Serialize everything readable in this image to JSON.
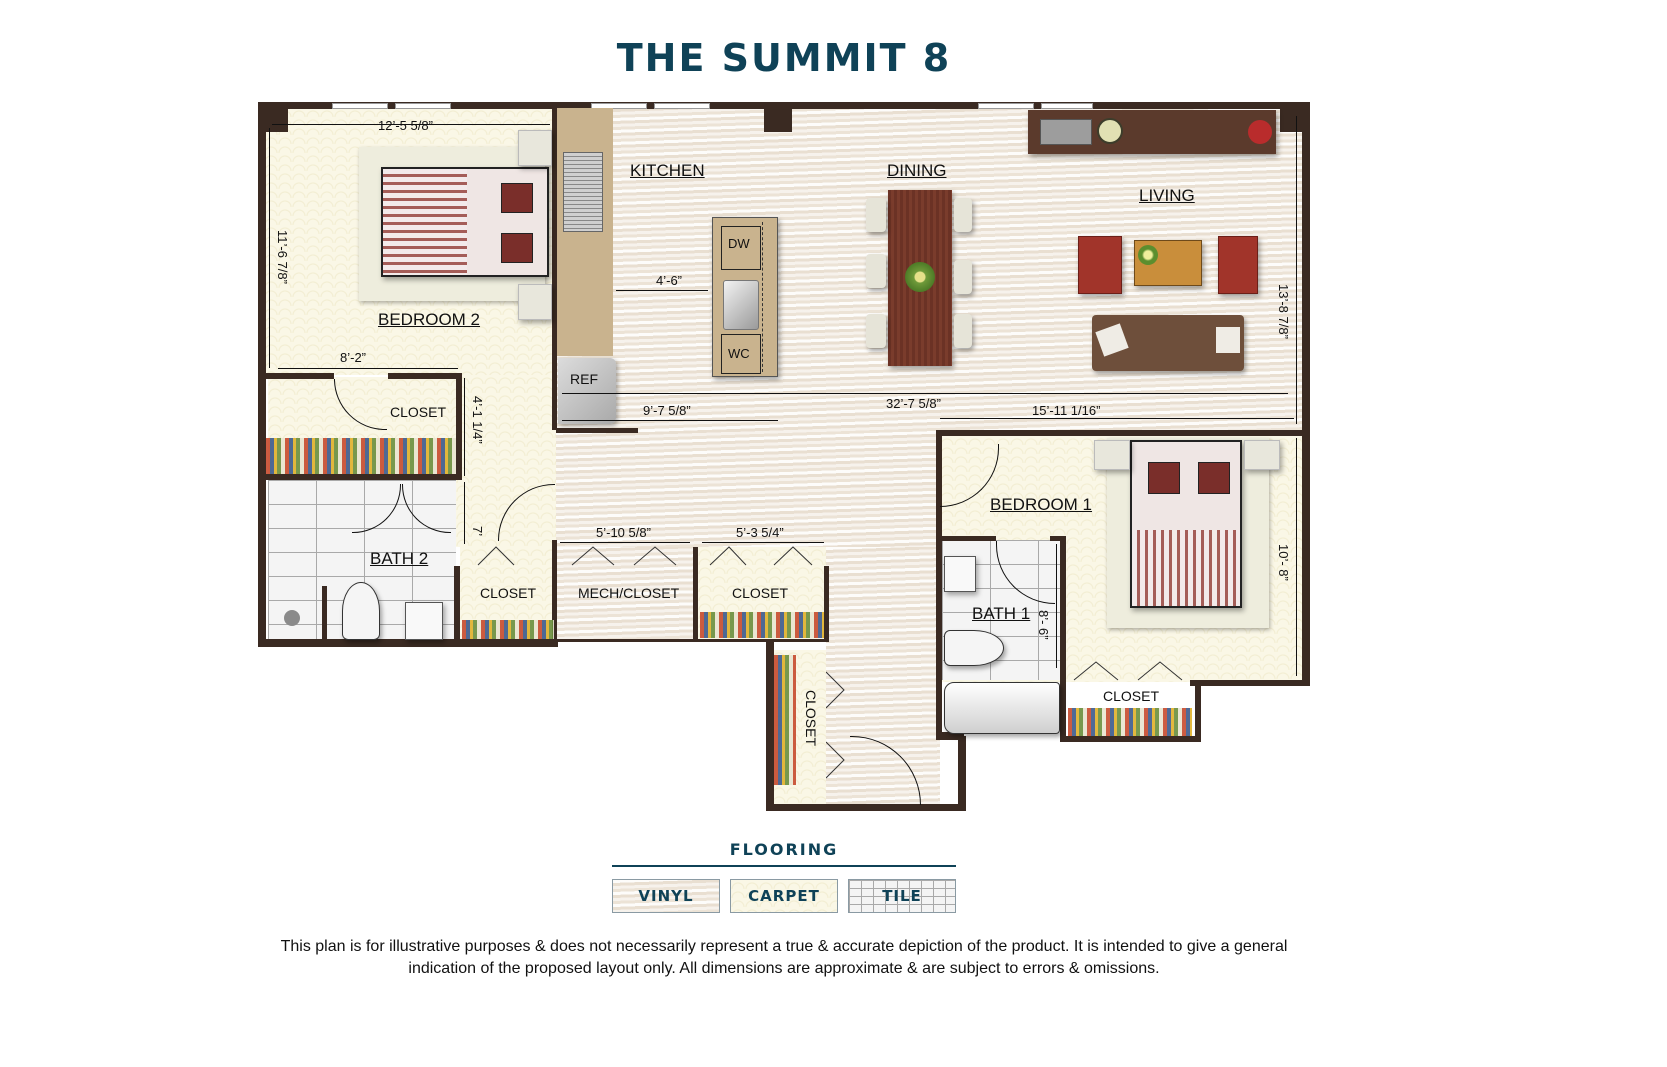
{
  "title": "THE SUMMIT 8",
  "rooms": {
    "kitchen": "KITCHEN",
    "dining": "DINING",
    "living": "LIVING",
    "bedroom2": "BEDROOM 2",
    "bedroom1": "BEDROOM 1",
    "bath2": "BATH 2",
    "bath1": "BATH 1",
    "closet_b2": "CLOSET",
    "closet_hall": "CLOSET",
    "mech_closet": "MECH/CLOSET",
    "closet_mid": "CLOSET",
    "closet_entry": "CLOSET",
    "closet_b1": "CLOSET"
  },
  "fixtures": {
    "dw": "DW",
    "wc": "WC",
    "ref": "REF"
  },
  "dimensions": {
    "b2_width": "12’-5 5/8”",
    "b2_height": "11’-6 7/8”",
    "b2_closet_width": "8’-2”",
    "b2_closet_height": "4’-1 1/4”",
    "hall_seven": "7’",
    "kitchen_aisle": "4’-6”",
    "kitchen_to_wall": "9’-7 5/8”",
    "overall_width": "32’-7 5/8”",
    "b1_width": "15’-11 1/16”",
    "living_height": "13’-8 7/8”",
    "b1_height": "10’- 8”",
    "bath1_height": "8’- 6”",
    "mech_width": "5’-10 5/8”",
    "closet_mid_width": "5’-3 5/4”"
  },
  "legend": {
    "heading": "FLOORING",
    "items": [
      "VINYL",
      "CARPET",
      "TILE"
    ]
  },
  "disclaimer": {
    "line1": "This plan is for illustrative purposes & does not necessarily represent a true & accurate depiction of the product. It is intended to give a general",
    "line2": "indication of the proposed layout only. All dimensions are approximate & are subject to errors & omissions."
  },
  "colors": {
    "title": "#0f4257",
    "wall": "#3a2a22",
    "vinyl": "#f1eadf",
    "carpet": "#faf7e6",
    "tile": "#f4f4f4"
  }
}
